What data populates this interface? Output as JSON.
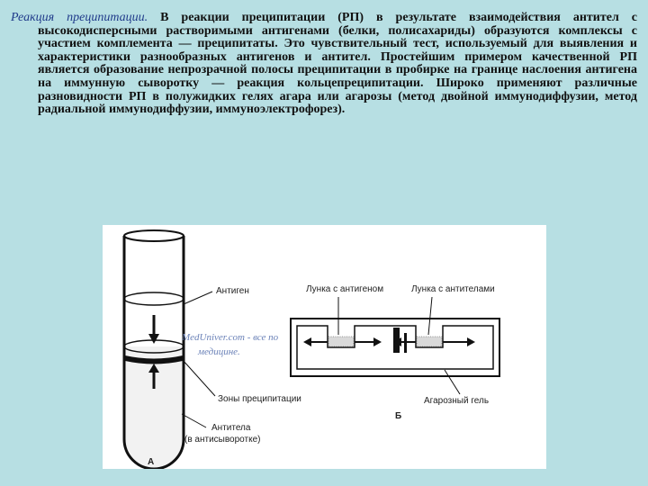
{
  "paragraph": {
    "lead": "Реакция преципитации.",
    "body": "В реакции преципитации (РП) в результате взаимодействия антител с высокодисперсными растворимыми антигенами (белки, полисахариды) образуются комплексы с участием комплемента — преципитаты. Это чувствительный тест, используемый для выявления и характеристики разнообразных антигенов и антител. Простейшим примером качественной РП является образование непрозрачной полосы преципитации в пробирке на границе наслоения антигена на иммунную сыворотку — реакция кольцепреципитации. Широко применяют различные разновидности РП в полужидких гелях агара или агарозы (метод двойной иммунодиффузии, метод радиальной иммунодиффузии, иммуноэлектрофорез)."
  },
  "figure": {
    "label_antigen": "Антиген",
    "label_zones": "Зоны преципитации",
    "label_antibodies_line1": "Антитела",
    "label_antibodies_line2": "(в антисыворотке)",
    "label_A": "А",
    "label_well_antigen": "Лунка с антигеном",
    "label_well_antibodies": "Лунка с антителами",
    "label_agarose": "Агарозный гель",
    "label_B": "Б",
    "watermark_line1": "MedUniver.com - все по",
    "watermark_line2": "медицине."
  }
}
